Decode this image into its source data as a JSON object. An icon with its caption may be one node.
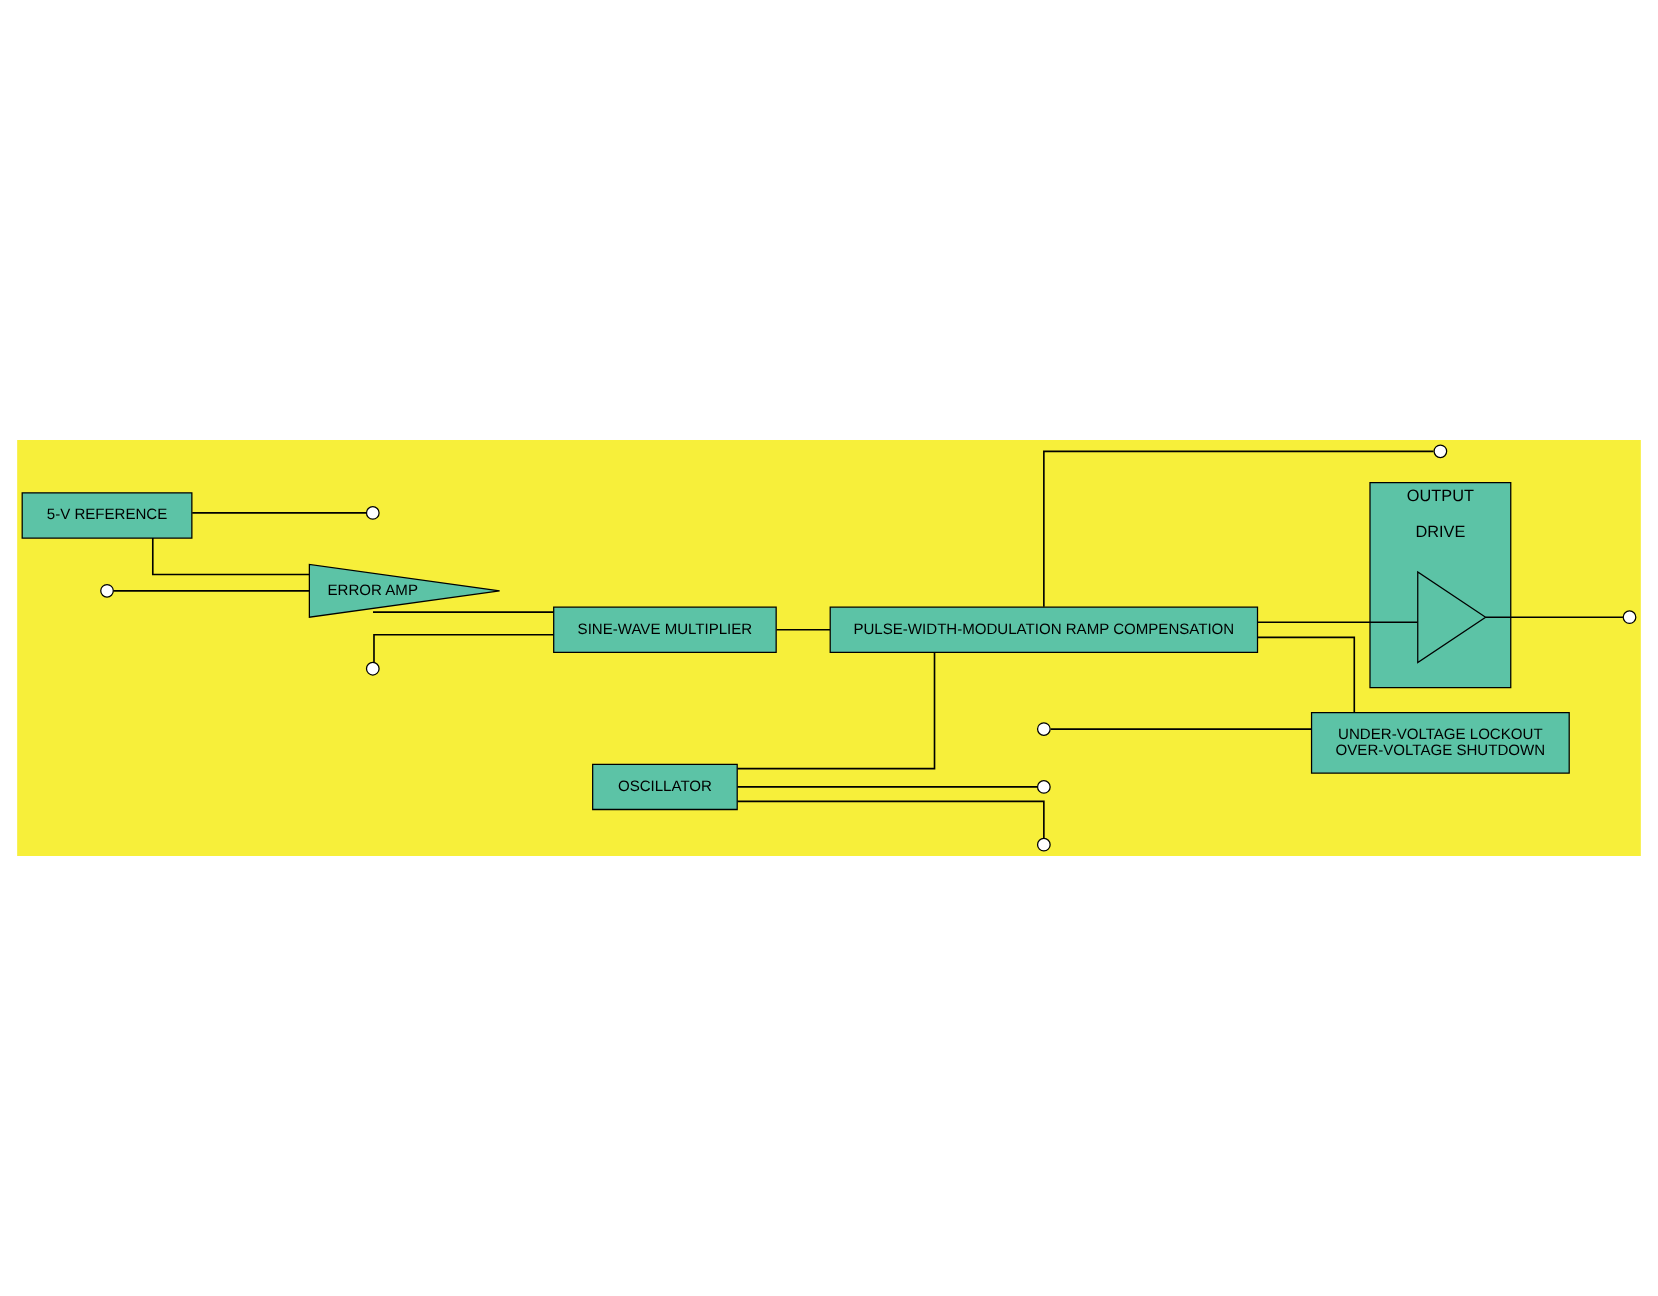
{
  "diagram": {
    "nodes": [
      {
        "text": [],
        "shape": "circle"
      },
      {
        "text": [],
        "shape": "circle"
      },
      {
        "text": [],
        "shape": "circle"
      },
      {
        "text": [],
        "shape": "circle"
      },
      {
        "text": [
          "5-V REFERENCE"
        ]
      },
      {
        "text": [
          "OSCILLATOR"
        ]
      },
      {
        "text": [
          "ERROR AMP"
        ]
      },
      {
        "text": [],
        "shape": "circle"
      },
      {
        "text": [
          "PULSE-WIDTH-MODULATION RAMP COMPENSATION"
        ]
      },
      {
        "text": [
          "OUTPUT",
          "DRIVE"
        ]
      },
      {
        "text": [],
        "shape": "triangle",
        "in": 9
      },
      {
        "text": [],
        "shape": "circle"
      },
      {
        "text": [],
        "shape": "circle"
      },
      {
        "text": [
          "SINE-WAVE MULTIPLIER"
        ]
      },
      {
        "text": [
          "UNDER-VOLTAGE LOCKOUT",
          "OVER-VOLTAGE SHUTDOWN"
        ]
      },
      {
        "text": [],
        "shape": "circle"
      }
    ],
    "edges": [
      {
        "from": 4,
        "to": 0,
        "arrow": "none"
      },
      {
        "from": 4,
        "to": 6,
        "arrow": "none"
      },
      {
        "from": 7,
        "to": 6,
        "arrow": "none"
      },
      {
        "from": 6,
        "to": 13,
        "arrow": "none"
      },
      {
        "from": 12,
        "to": 13,
        "arrow": "none"
      },
      {
        "from": 13,
        "to": 8,
        "arrow": "none"
      },
      {
        "from": 8,
        "to": 1,
        "arrow": "none"
      },
      {
        "from": 5,
        "to": 2,
        "arrow": "none"
      },
      {
        "from": 5,
        "to": 3,
        "arrow": "none"
      },
      {
        "from": 5,
        "to": 8,
        "arrow": "none"
      },
      {
        "from": 8,
        "to": 10,
        "arrow": "none"
      },
      {
        "from": 10,
        "to": 11,
        "arrow": "none"
      },
      {
        "from": 8,
        "to": 14,
        "arrow": "none"
      },
      {
        "from": 15,
        "to": 14,
        "arrow": "none"
      }
    ]
  }
}
